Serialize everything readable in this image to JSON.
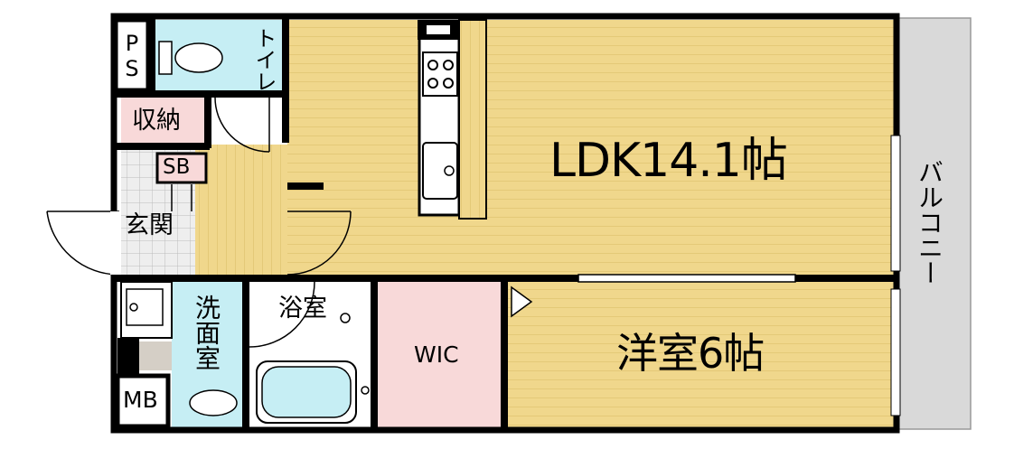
{
  "rooms": {
    "ps": "PS",
    "toilet": "トイレ",
    "storage": "収納",
    "sb": "SB",
    "entrance": "玄関",
    "ldk": "LDK14.1帖",
    "balcony": "バルコニー",
    "washroom": "洗面室",
    "bathroom": "浴室",
    "wic": "WIC",
    "western_room": "洋室6帖",
    "mb": "MB"
  },
  "colors": {
    "wall": "#000000",
    "wood_floor": "#f0d78c",
    "wood_line": "#d9bb63",
    "tile_blue": "#c6eef4",
    "storage_pink": "#f8d9d9",
    "balcony_gray": "#d9d9d9",
    "entrance_tile": "#e6e6e6"
  }
}
